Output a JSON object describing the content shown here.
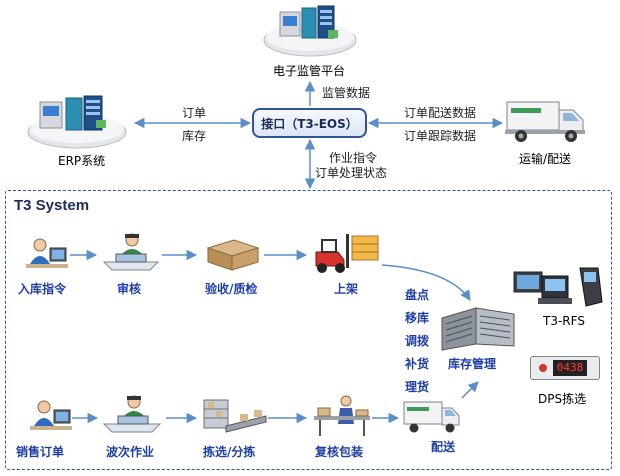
{
  "top": {
    "platform_label": "电子监管平台",
    "supervision_data": "监管数据",
    "interface_label": "接口（T3-EOS）",
    "erp_label": "ERP系统",
    "erp_link_order": "订单",
    "erp_link_inventory": "库存",
    "transport_link_delivery": "订单配送数据",
    "transport_link_tracking": "订单跟踪数据",
    "transport_label": "运输/配送",
    "down_link_instruction": "作业指令",
    "down_link_status": "订单处理状态"
  },
  "system": {
    "title": "T3 System",
    "inbound_row": [
      "入库指令",
      "审核",
      "验收/质检",
      "上架"
    ],
    "outbound_row": [
      "销售订单",
      "波次作业",
      "拣选/分拣",
      "复核包装",
      "配送"
    ],
    "inventory_ops": [
      "盘点",
      "移库",
      "调拨",
      "补货",
      "理货"
    ],
    "inventory_label": "库存管理",
    "rfs_label": "T3-RFS",
    "dps_label": "DPS拣选",
    "dps_display": "0438"
  },
  "colors": {
    "accent_blue": "#1f3fa8",
    "arrow": "#5b8ec9",
    "box_border": "#2b5597"
  }
}
